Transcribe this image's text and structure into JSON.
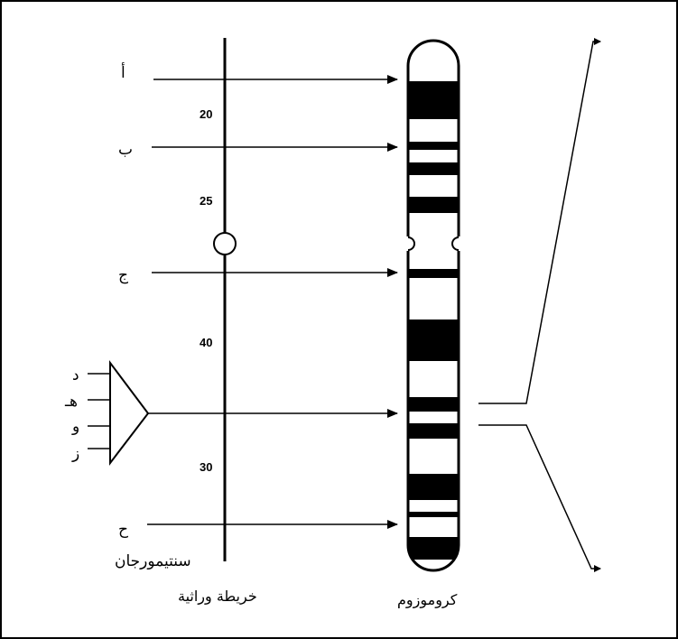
{
  "gene_labels": {
    "a": "أ",
    "b": "ب",
    "j": "ج",
    "d": "د",
    "h": "هـ",
    "w": "و",
    "z": "ز",
    "ha": "ح"
  },
  "map_positions": {
    "p20": "20",
    "p25": "25",
    "p40": "40",
    "p30": "30"
  },
  "unit_label": "سنتيمورجان",
  "captions": {
    "genetic_map": "خريطة وراثية",
    "chromosome": "كروموزوم"
  },
  "colors": {
    "ink": "#000000",
    "background": "#ffffff"
  }
}
